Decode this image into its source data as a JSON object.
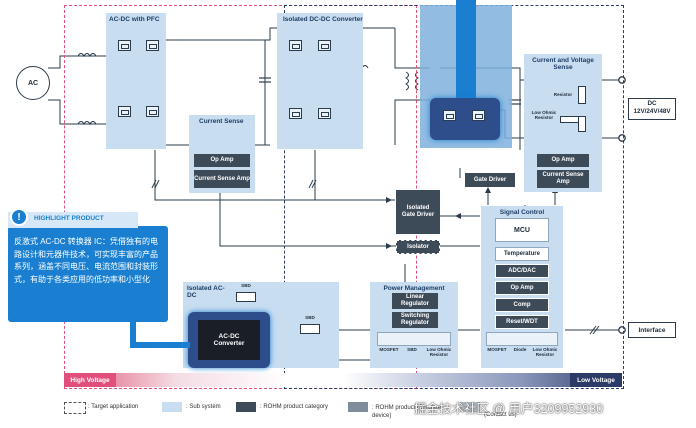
{
  "blocks": {
    "acdc_pfc": "AC-DC with PFC",
    "isolated_dcdc": "Isolated DC-DC Converter",
    "current_sense": "Current Sense",
    "current_voltage_sense": "Current and Voltage Sense",
    "signal_control": "Signal Control",
    "power_management": "Power Management",
    "isolated_acdc": "Isolated AC-DC"
  },
  "products": {
    "op_amp_cs": "Op Amp",
    "current_sense_amp_cs": "Current Sense Amp",
    "op_amp_cvs": "Op Amp",
    "current_sense_amp_cvs": "Current Sense Amp",
    "gate_driver": "Gate Driver",
    "isolated_gate_driver": "Isolated Gate Driver",
    "isolator": "Isolator",
    "acdc_converter": "AC-DC Converter",
    "linear_regulator": "Linear Regulator",
    "switching_regulator": "Switching Regulator",
    "mcu": "MCU",
    "temperature": "Temperature",
    "adc_dac": "ADC/DAC",
    "op_amp_sc": "Op Amp",
    "comp": "Comp",
    "reset_wdt": "Reset/WDT"
  },
  "labels": {
    "ac": "AC",
    "dc_output": "DC 12V/24V/48V",
    "interface": "Interface",
    "resistor": "Resistor",
    "low_ohmic_resistor": "Low Ohmic Resistor",
    "sbd": "SBD",
    "mosfet": "MOSFET",
    "diode": "Diode"
  },
  "highlight": {
    "heading": "HIGHLIGHT PRODUCT",
    "body": "反激式 AC-DC 转换器 IC：凭借独有的电路设计和元器件技术，可实现丰富的产品系列，涵盖不同电压、电流范围和封装形式，有助于各类应用的低功率和小型化"
  },
  "zones": {
    "high_voltage": "High Voltage",
    "low_voltage": "Low Voltage"
  },
  "legend": {
    "target_application": ": Target application",
    "sub_system": ": Sub system",
    "rohm_product_category": ": ROHM product category",
    "rohm_product_discrete": ": ROHM product (Discrete device)",
    "contact_us": "(Contact us)"
  },
  "watermark": "掘金技术社区 @ 用户3209952930",
  "colors": {
    "subsystem": "#c9ddf0",
    "product": "#3d4a58",
    "highlight_accent": "#1a7fd0",
    "high_voltage_pink": "#e0507a",
    "low_voltage_navy": "#2b3a66"
  }
}
